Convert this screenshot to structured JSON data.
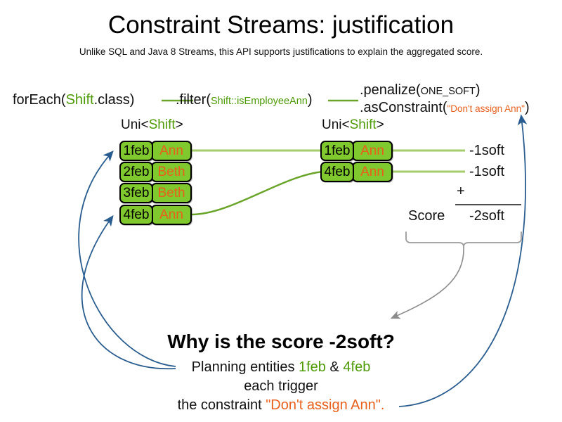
{
  "slide": {
    "title": "Constraint Streams: justification",
    "subtitle": "Unlike SQL and Java 8 Streams, this API supports justifications to explain the aggregated score."
  },
  "pipeline": {
    "for_each": {
      "method": "forEach(",
      "type": "Shift",
      "tail": ".class)"
    },
    "filter": {
      "method": ".filter(",
      "arg": "Shift::isEmployeeAnn",
      "tail": ")"
    },
    "penalize": {
      "method": ".penalize(",
      "arg": "ONE_SOFT",
      "tail": ")"
    },
    "as_constraint": {
      "method": ".asConstraint(",
      "arg": "\"Don't assign Ann\"",
      "tail": ")"
    }
  },
  "streams": {
    "left": {
      "label_prefix": "Uni<",
      "label_type": "Shift",
      "label_suffix": ">",
      "cards": [
        {
          "date": "1feb",
          "name": "Ann"
        },
        {
          "date": "2feb",
          "name": "Beth"
        },
        {
          "date": "3feb",
          "name": "Beth"
        },
        {
          "date": "4feb",
          "name": "Ann"
        }
      ]
    },
    "right": {
      "label_prefix": "Uni<",
      "label_type": "Shift",
      "label_suffix": ">",
      "cards": [
        {
          "date": "1feb",
          "name": "Ann",
          "penalty": "-1soft"
        },
        {
          "date": "4feb",
          "name": "Ann",
          "penalty": "-1soft"
        }
      ]
    }
  },
  "score": {
    "plus": "+",
    "label": "Score",
    "total": "-2soft"
  },
  "explanation": {
    "question": "Why is the score -2soft?",
    "line1_pre": "Planning entities ",
    "line1_entity_a": "1feb",
    "line1_mid": " & ",
    "line1_entity_b": "4feb",
    "line2": "each trigger",
    "line3_pre": "the constraint ",
    "line3_constraint": "\"Don't assign Ann\".",
    "line3_post": ""
  },
  "colors": {
    "card_green": "#7fc82d",
    "type_green": "#4e9a06",
    "string_orange": "#e8601c",
    "arrow_blue": "#2a5d8f",
    "arrow_gray": "#888888",
    "line_green_light": "#a5cd6b",
    "line_green": "#6aa52a"
  }
}
